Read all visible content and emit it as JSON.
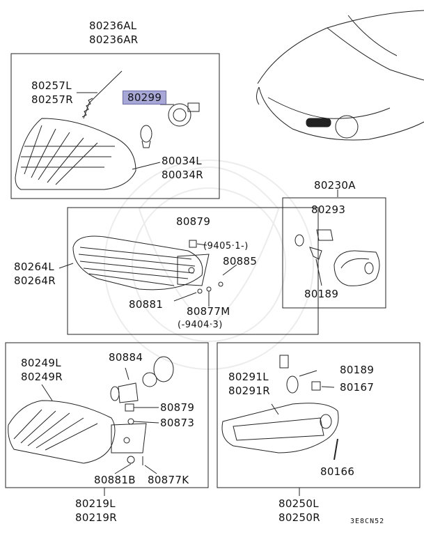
{
  "groups": {
    "top": {
      "assembly": [
        "80236AL",
        "80236AR"
      ],
      "spring": [
        "80257L",
        "80257R"
      ],
      "bulb": "80299",
      "lens": [
        "80034L",
        "80034R"
      ]
    },
    "side_marker": {
      "assembly": "80230A",
      "bracket": "80293",
      "bulb": "80189"
    },
    "grille_lamp": {
      "assembly": [
        "80264L",
        "80264R"
      ],
      "clip": "80879",
      "clip_note": "(9405·1-)",
      "screw": "80885",
      "nut": "80881",
      "bolt": "80877M",
      "bolt_note": "(-9404·3)"
    },
    "turn_signal": {
      "assembly": [
        "80249L",
        "80249R"
      ],
      "socket": "80884",
      "clip": "80879",
      "washer": "80873",
      "nut": "80881B",
      "bolt": "80877K",
      "bottom": [
        "80219L",
        "80219R"
      ]
    },
    "fog_lamp": {
      "assembly": [
        "80291L",
        "80291R"
      ],
      "bulb": "80189",
      "clip": "80167",
      "screw": "80166",
      "bottom": [
        "80250L",
        "80250R"
      ]
    }
  },
  "figure_code": "3E8CN52"
}
